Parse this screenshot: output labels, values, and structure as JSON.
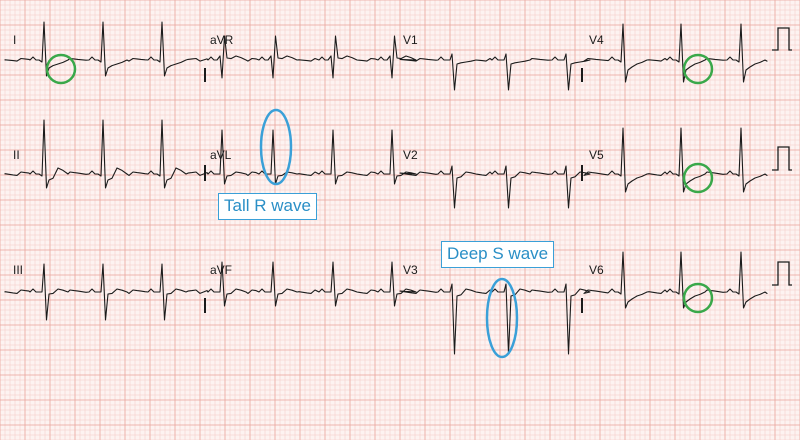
{
  "leads": {
    "I": "I",
    "II": "II",
    "III": "III",
    "aVR": "aVR",
    "aVL": "aVL",
    "aVF": "aVF",
    "V1": "V1",
    "V2": "V2",
    "V3": "V3",
    "V4": "V4",
    "V5": "V5",
    "V6": "V6"
  },
  "annotations": {
    "tall_r": "Tall R wave",
    "deep_s": "Deep S wave"
  },
  "colors": {
    "paper": "#fdf3f1",
    "grid_minor": "#f4c9c3",
    "grid_major": "#e9a39b",
    "trace": "#1b1b1b",
    "st_marker": "#3aa84a",
    "callout": "#3aa0d8"
  }
}
